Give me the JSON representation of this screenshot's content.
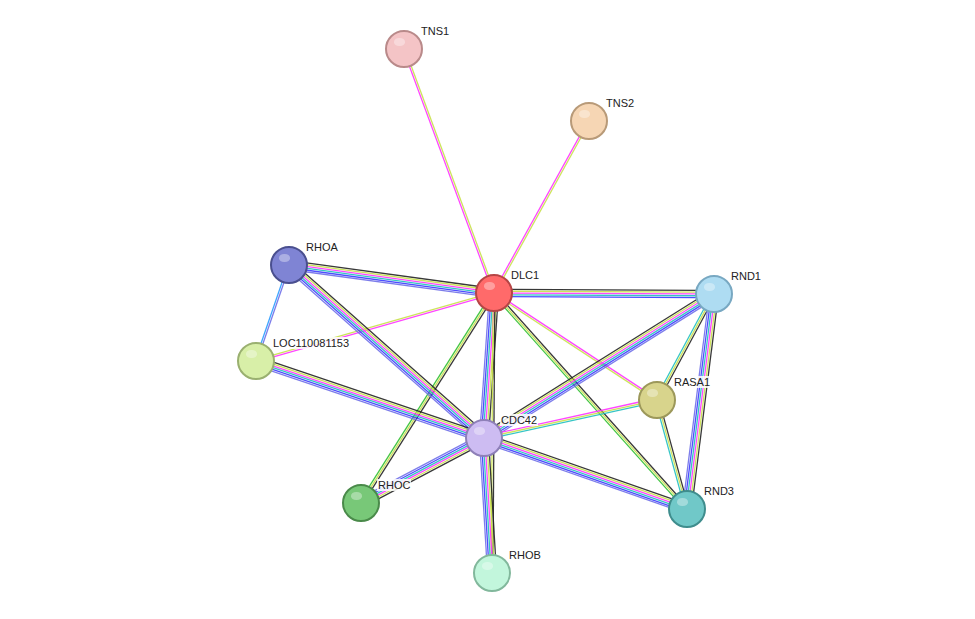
{
  "diagram": {
    "nodes": [
      {
        "text": [
          "TNS1"
        ]
      },
      {
        "text": [
          "TNS2"
        ]
      },
      {
        "text": [
          "RHOA"
        ]
      },
      {
        "text": [
          "DLC1"
        ]
      },
      {
        "text": [
          "RND1"
        ]
      },
      {
        "text": [
          "LOC110081153"
        ]
      },
      {
        "text": [
          "RASA1"
        ]
      },
      {
        "text": [
          "CDC42"
        ]
      },
      {
        "text": [
          "RHOC"
        ]
      },
      {
        "text": [
          "RND3"
        ]
      },
      {
        "text": [
          "RHOB"
        ]
      }
    ],
    "edges": [
      {
        "from": 3,
        "to": 0,
        "arrow": "none"
      },
      {
        "from": 3,
        "to": 1,
        "arrow": "none"
      },
      {
        "from": 2,
        "to": 3,
        "arrow": "none"
      },
      {
        "from": 3,
        "to": 4,
        "arrow": "none"
      },
      {
        "from": 5,
        "to": 3,
        "arrow": "none"
      },
      {
        "from": 3,
        "to": 7,
        "arrow": "none"
      },
      {
        "from": 3,
        "to": 8,
        "arrow": "none"
      },
      {
        "from": 3,
        "to": 10,
        "arrow": "none"
      },
      {
        "from": 3,
        "to": 6,
        "arrow": "none"
      },
      {
        "from": 3,
        "to": 9,
        "arrow": "none"
      },
      {
        "from": 2,
        "to": 5,
        "arrow": "none"
      },
      {
        "from": 2,
        "to": 7,
        "arrow": "none"
      },
      {
        "from": 5,
        "to": 7,
        "arrow": "none"
      },
      {
        "from": 7,
        "to": 8,
        "arrow": "none"
      },
      {
        "from": 7,
        "to": 10,
        "arrow": "none"
      },
      {
        "from": 7,
        "to": 4,
        "arrow": "none"
      },
      {
        "from": 7,
        "to": 6,
        "arrow": "none"
      },
      {
        "from": 7,
        "to": 9,
        "arrow": "none"
      },
      {
        "from": 4,
        "to": 6,
        "arrow": "none"
      },
      {
        "from": 4,
        "to": 9,
        "arrow": "none"
      },
      {
        "from": 6,
        "to": 9,
        "arrow": "none"
      }
    ]
  }
}
